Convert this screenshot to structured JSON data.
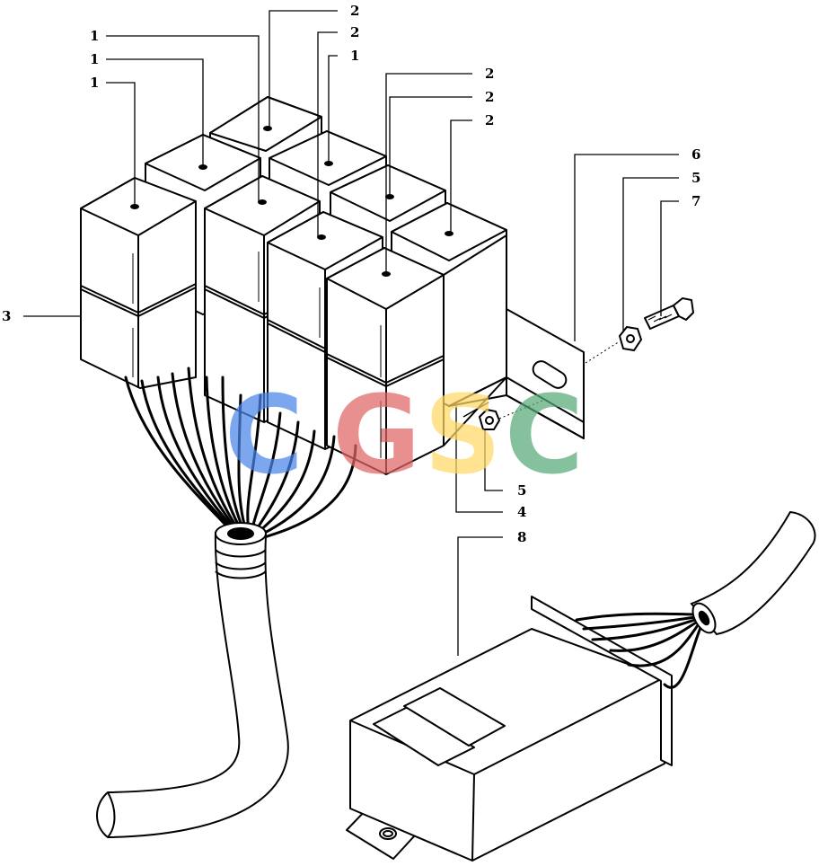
{
  "callouts": [
    {
      "id": "c-2a",
      "text": "2"
    },
    {
      "id": "c-1a",
      "text": "1"
    },
    {
      "id": "c-1b",
      "text": "1"
    },
    {
      "id": "c-2b",
      "text": "2"
    },
    {
      "id": "c-1c",
      "text": "1"
    },
    {
      "id": "c-1d",
      "text": "1"
    },
    {
      "id": "c-2c",
      "text": "2"
    },
    {
      "id": "c-2d",
      "text": "2"
    },
    {
      "id": "c-2e",
      "text": "2"
    },
    {
      "id": "c-6",
      "text": "6"
    },
    {
      "id": "c-5a",
      "text": "5"
    },
    {
      "id": "c-7",
      "text": "7"
    },
    {
      "id": "c-3",
      "text": "3"
    },
    {
      "id": "c-5b",
      "text": "5"
    },
    {
      "id": "c-4",
      "text": "4"
    },
    {
      "id": "c-8",
      "text": "8"
    }
  ],
  "watermark": {
    "letters": [
      "C",
      "G",
      "S",
      "C"
    ],
    "colors": [
      "#4a86e8",
      "#e06666",
      "#ffd966",
      "#57aa77"
    ]
  }
}
